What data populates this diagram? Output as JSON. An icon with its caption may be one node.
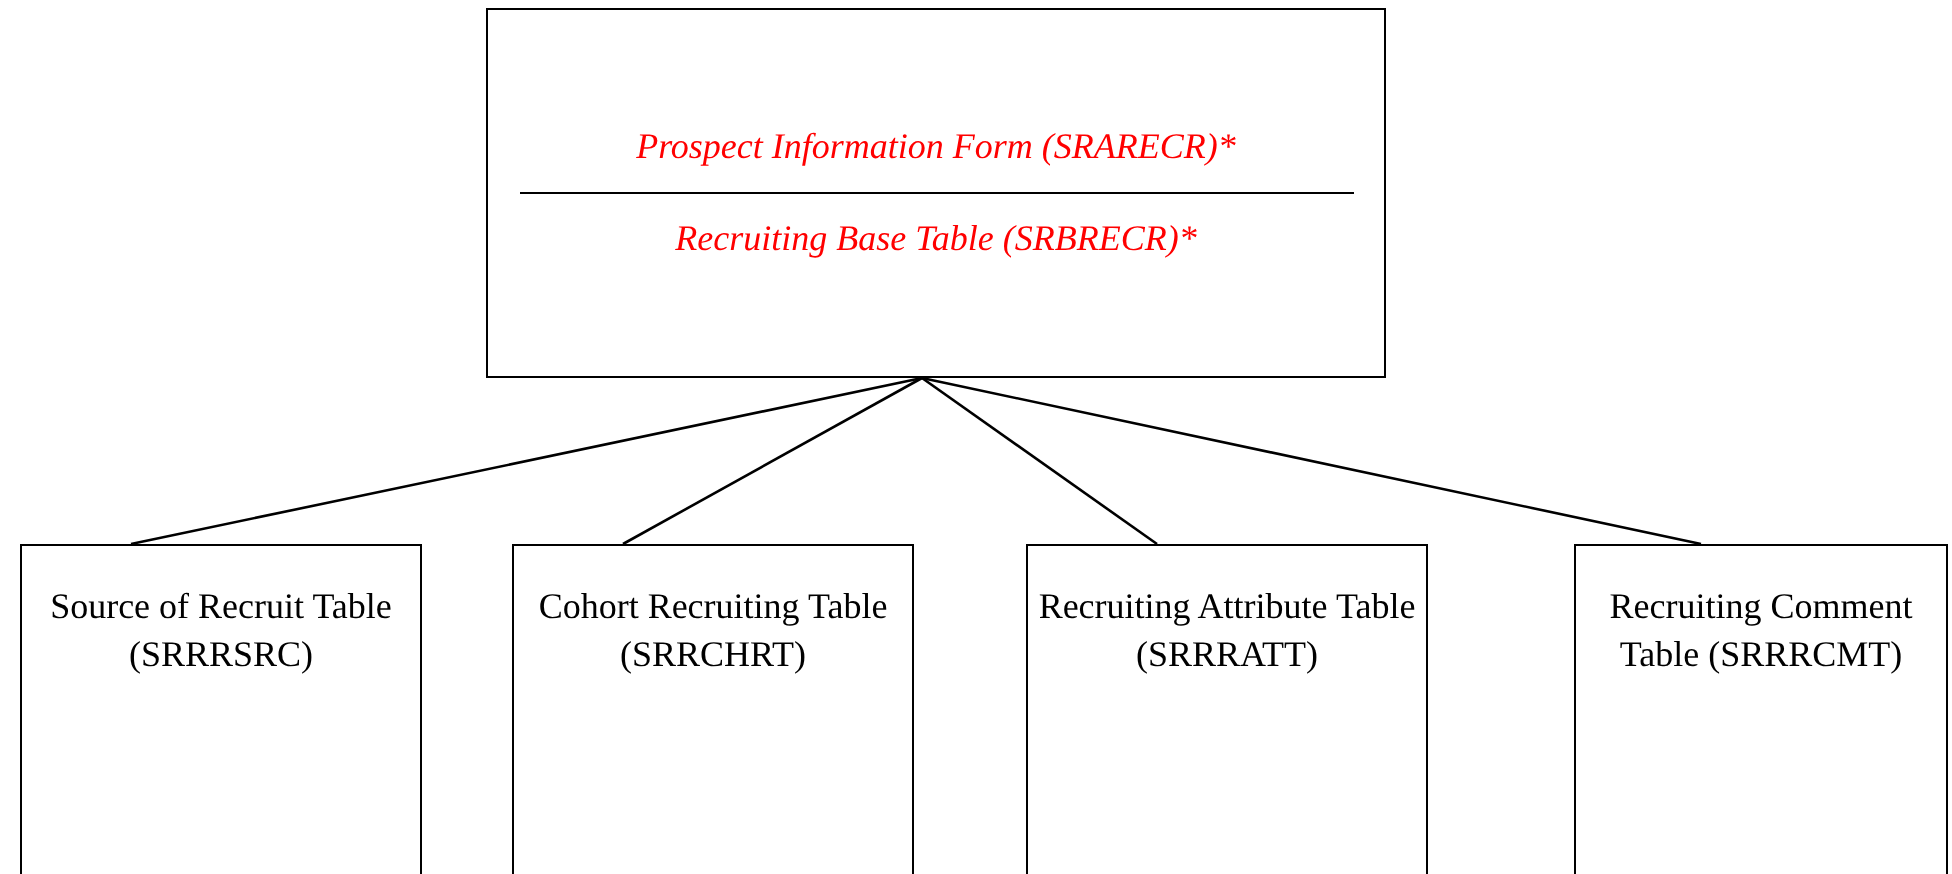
{
  "diagram": {
    "nodes": [
      {
        "text": [
          "Prospect Information Form (SRARECR)*",
          "Recruiting Base Table (SRBRECR)*"
        ]
      },
      {
        "text": [
          "Source of Recruit Table (SRRRSRC)"
        ]
      },
      {
        "text": [
          "Cohort Recruiting Table (SRRCHRT)"
        ]
      },
      {
        "text": [
          "Recruiting Attribute Table (SRRRATT)"
        ]
      },
      {
        "text": [
          "Recruiting Comment Table (SRRRCMT)"
        ]
      }
    ],
    "edges": [
      {
        "from": 0,
        "to": 1,
        "arrow": "none"
      },
      {
        "from": 0,
        "to": 2,
        "arrow": "none"
      },
      {
        "from": 0,
        "to": 3,
        "arrow": "none"
      },
      {
        "from": 0,
        "to": 4,
        "arrow": "none"
      }
    ]
  }
}
